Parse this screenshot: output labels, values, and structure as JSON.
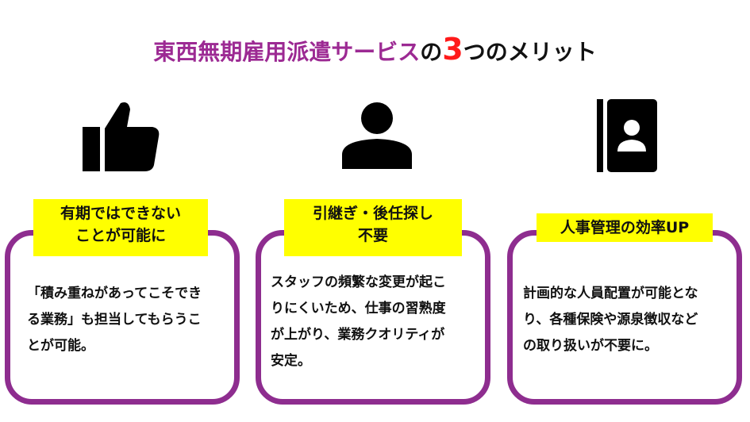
{
  "title": {
    "main": "東西無期雇用派遣サービス",
    "particle": "の",
    "number": "3",
    "tail": "つのメリット"
  },
  "colors": {
    "title": "#9c2a93",
    "number": "#ff1a1a",
    "card_border": "#8e2d8f",
    "label_bg": "#ffff00"
  },
  "merits": [
    {
      "icon": "thumbs-up-icon",
      "label_line1": "有期ではできない",
      "label_line2": "ことが可能に",
      "desc_line1": "「積み重ねがあってこそでき",
      "desc_line2": "る業務」も担当してもらうこ",
      "desc_line3": "とが可能。",
      "desc_line4": ""
    },
    {
      "icon": "person-icon",
      "label_line1": "引継ぎ・後任探し",
      "label_line2": "不要",
      "desc_line1": "スタッフの頻繁な変更が起こ",
      "desc_line2": "りにくいため、仕事の習熟度",
      "desc_line3": "が上がり、業務クオリティが",
      "desc_line4": "安定。"
    },
    {
      "icon": "contact-book-icon",
      "label_line1": "人事管理の効率UP",
      "label_line2": "",
      "desc_line1": "計画的な人員配置が可能とな",
      "desc_line2": "り、各種保険や源泉徴収など",
      "desc_line3": "の取り扱いが不要に。",
      "desc_line4": ""
    }
  ]
}
